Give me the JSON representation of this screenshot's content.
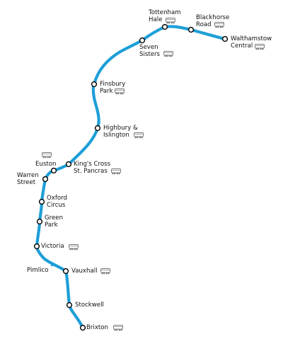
{
  "line": {
    "color": "#1e9fd7",
    "stations": [
      {
        "id": "brixton",
        "name": [
          "Brixton"
        ],
        "interchange": "rail-icon"
      },
      {
        "id": "stockwell",
        "name": [
          "Stockwell"
        ],
        "interchange": null
      },
      {
        "id": "vauxhall",
        "name": [
          "Vauxhall"
        ],
        "interchange": "rail-icon"
      },
      {
        "id": "pimlico",
        "name": [
          "Pimlico"
        ],
        "interchange": null
      },
      {
        "id": "victoria",
        "name": [
          "Victoria"
        ],
        "interchange": "rail-icon"
      },
      {
        "id": "green-park",
        "name": [
          "Green",
          "Park"
        ],
        "interchange": null
      },
      {
        "id": "oxford-circus",
        "name": [
          "Oxford",
          "Circus"
        ],
        "interchange": null
      },
      {
        "id": "warren-street",
        "name": [
          "Warren",
          "Street"
        ],
        "interchange": null
      },
      {
        "id": "euston",
        "name": [
          "Euston"
        ],
        "interchange": "rail-icon"
      },
      {
        "id": "kings-cross",
        "name": [
          "King's Cross",
          "St. Pancras"
        ],
        "interchange": "rail-icon"
      },
      {
        "id": "highbury",
        "name": [
          "Highbury &",
          "Islington"
        ],
        "interchange": "rail-icon"
      },
      {
        "id": "finsbury-park",
        "name": [
          "Finsbury",
          "Park"
        ],
        "interchange": "rail-icon"
      },
      {
        "id": "seven-sisters",
        "name": [
          "Seven",
          "Sisters"
        ],
        "interchange": "rail-icon"
      },
      {
        "id": "tottenham-hale",
        "name": [
          "Tottenham",
          "Hale"
        ],
        "interchange": "rail-icon"
      },
      {
        "id": "blackhorse-road",
        "name": [
          "Blackhorse",
          "Road"
        ],
        "interchange": "rail-icon"
      },
      {
        "id": "walthamstow",
        "name": [
          "Walthamstow",
          "Central"
        ],
        "interchange": "rail-icon"
      }
    ]
  }
}
